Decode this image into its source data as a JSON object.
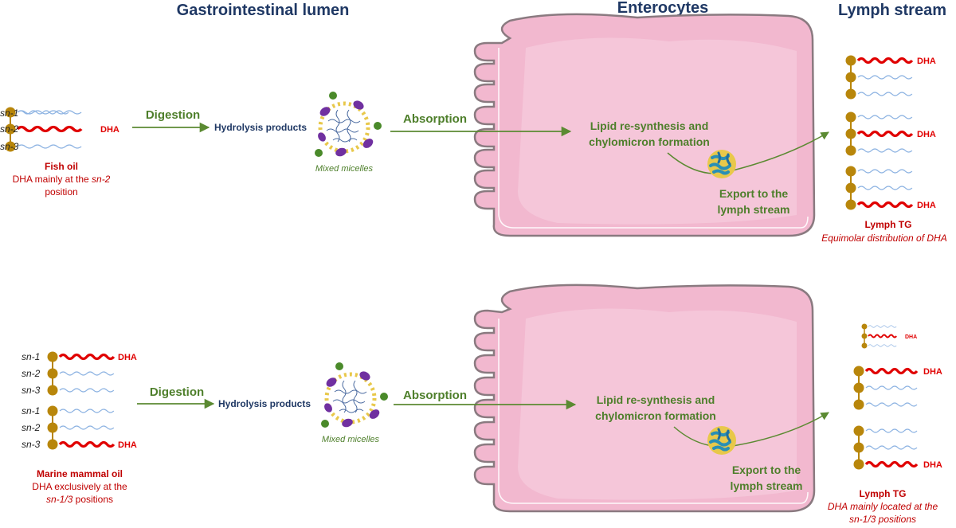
{
  "headers": {
    "lumen": "Gastrointestinal lumen",
    "enterocytes": "Enterocytes",
    "lymph": "Lymph stream"
  },
  "labels": {
    "sn1": "sn-1",
    "sn2": "sn-2",
    "sn3": "sn-3",
    "dha": "DHA",
    "digestion": "Digestion",
    "hydrolysis": "Hydrolysis products",
    "micelles": "Mixed micelles",
    "absorption": "Absorption",
    "resynthesis_line1": "Lipid re-synthesis and",
    "resynthesis_line2": "chylomicron formation",
    "export_line1": "Export to the",
    "export_line2": "lymph stream"
  },
  "top": {
    "source_title": "Fish oil",
    "source_desc_line1": "DHA mainly at the ",
    "source_desc_italic": "sn-2",
    "source_desc_line2": "position",
    "lymph_title": "Lymph TG",
    "lymph_desc": "Equimolar distribution of DHA"
  },
  "bottom": {
    "source_title": "Marine mammal oil",
    "source_desc_line1": "DHA exclusively at the",
    "source_desc_italic": "sn-1/3",
    "source_desc_line2": " positions",
    "lymph_title": "Lymph TG",
    "lymph_desc_line1": "DHA mainly located at the",
    "lymph_desc_line2": "sn-1/3 positions"
  },
  "colors": {
    "header": "#1f3864",
    "dha_chain": "#e00000",
    "fatty_chain": "#8db3e2",
    "glycerol": "#b8860b",
    "arrow": "#5b8a32",
    "cell_fill": "#f2b8cf",
    "cell_stroke": "#8a7a80"
  }
}
